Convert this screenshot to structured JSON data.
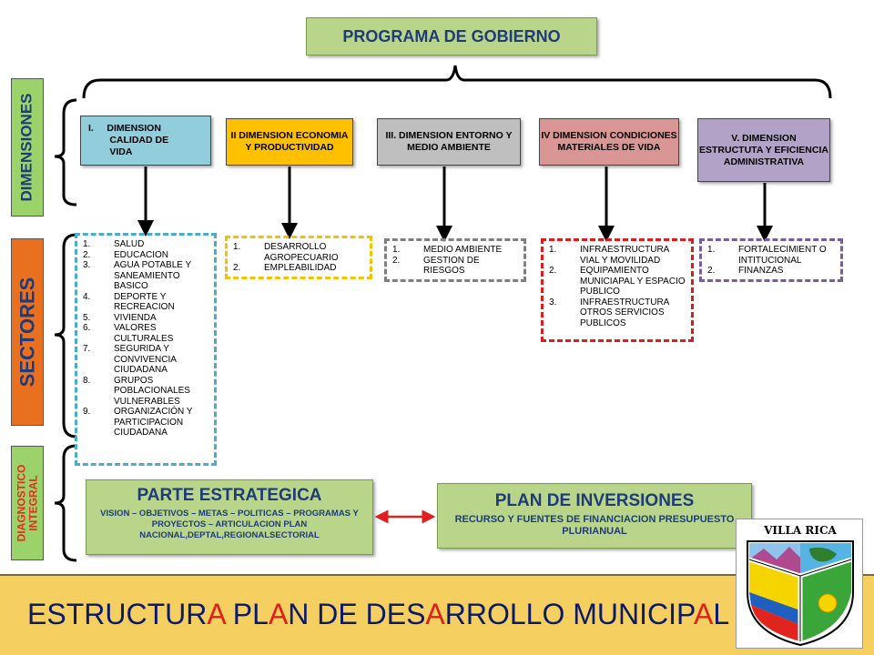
{
  "title": "PROGRAMA DE GOBIERNO",
  "side_labels": {
    "dimensiones": "DIMENSIONES",
    "sectores": "SECTORES",
    "diagnostico": "DIAGNOSTICO INTEGRAL"
  },
  "dimensions": [
    {
      "label": "I.     DIMENSION\n        CALIDAD DE\n        VIDA",
      "color": "#92cddc"
    },
    {
      "label": "II DIMENSION ECONOMIA Y PRODUCTIVIDAD",
      "color": "#ffc000"
    },
    {
      "label": "III. DIMENSION ENTORNO Y MEDIO AMBIENTE",
      "color": "#bfbfbf"
    },
    {
      "label": "IV DIMENSION CONDICIONES MATERIALES DE VIDA",
      "color": "#d99694"
    },
    {
      "label": "V. DIMENSION ESTRUCTUTA Y EFICIENCIA ADMINISTRATIVA",
      "color": "#b3a2c7"
    }
  ],
  "sectors": [
    {
      "items": [
        {
          "n": "1.",
          "t": "SALUD"
        },
        {
          "n": "2.",
          "t": "EDUCACION"
        },
        {
          "n": "3.",
          "t": "AGUA POTABLE Y SANEAMIENTO BASICO"
        },
        {
          "n": "4.",
          "t": "DEPORTE Y RECREACION"
        },
        {
          "n": "5.",
          "t": "VIVIENDA"
        },
        {
          "n": "6.",
          "t": "VALORES CULTURALES"
        },
        {
          "n": "7.",
          "t": "SEGURIDA Y CONVIVENCIA CIUDADANA"
        },
        {
          "n": "8.",
          "t": "GRUPOS POBLACIONALES VULNERABLES"
        },
        {
          "n": "9.",
          "t": "ORGANIZACIÓN Y PARTICIPACION CIUDADANA"
        }
      ]
    },
    {
      "items": [
        {
          "n": "1.",
          "t": "DESARROLLO AGROPECUARIO"
        },
        {
          "n": "2.",
          "t": "EMPLEABILIDAD"
        }
      ]
    },
    {
      "items": [
        {
          "n": "1.",
          "t": "MEDIO AMBIENTE"
        },
        {
          "n": "2.",
          "t": "GESTION DE RIESGOS"
        }
      ]
    },
    {
      "items": [
        {
          "n": "1.",
          "t": "INFRAESTRUCTURA VIAL Y MOVILIDAD"
        },
        {
          "n": "2.",
          "t": "EQUIPAMIENTO MUNICIAPAL Y ESPACIO PUBLICO"
        },
        {
          "n": "3.",
          "t": "INFRAESTRUCTURA OTROS SERVICIOS PUBLICOS"
        }
      ]
    },
    {
      "items": [
        {
          "n": "1.",
          "t": "FORTALECIMIENT O INTITUCIONAL"
        },
        {
          "n": "2.",
          "t": "FINANZAS"
        }
      ]
    }
  ],
  "strategic": {
    "title": "PARTE ESTRATEGICA",
    "subtitle": "VISION – OBJETIVOS – METAS – POLITICAS – PROGRAMAS Y PROYECTOS – ARTICULACION PLAN NACIONAL,DEPTAL,REGIONALSECTORIAL"
  },
  "investments": {
    "title": "PLAN DE INVERSIONES",
    "subtitle": "RECURSO  Y FUENTES DE FINANCIACION PRESUPUESTO PLURIANUAL"
  },
  "banner": {
    "parts": [
      {
        "t": "ESTRUCTUR",
        "r": false
      },
      {
        "t": "A",
        "r": true
      },
      {
        "t": " PL",
        "r": false
      },
      {
        "t": "A",
        "r": true
      },
      {
        "t": "N DE DES",
        "r": false
      },
      {
        "t": "A",
        "r": true
      },
      {
        "t": "RROLLO MUNICIP",
        "r": false
      },
      {
        "t": "A",
        "r": true
      },
      {
        "t": "L",
        "r": false
      }
    ]
  },
  "crest": {
    "name": "VILLA RICA"
  },
  "colors": {
    "title_bg": "#b9d58a",
    "title_text": "#1f3b7a",
    "banner_bg": "#f5cf60",
    "banner_text": "#0b1a6b",
    "banner_accent": "#e0201e"
  }
}
